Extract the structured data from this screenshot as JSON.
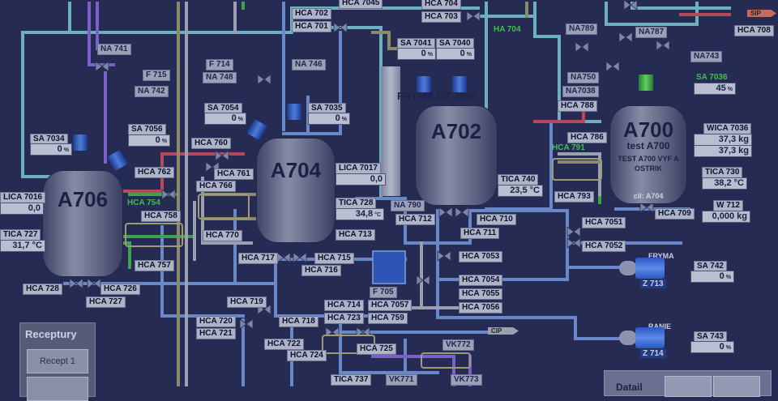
{
  "tanks": {
    "a706": {
      "name": "A706"
    },
    "a704": {
      "name": "A704"
    },
    "a702": {
      "name": "A702"
    },
    "a700": {
      "name": "A700",
      "sub1": "test A700",
      "sub2": "TEST A700 VYF A",
      "sub3": "OSTRIK",
      "cil": "cil: A704"
    }
  },
  "fryma": {
    "title": "FRYMA DT 2000"
  },
  "tags": {
    "hca702": "HCA 702",
    "hca701": "HCA 701",
    "hca7045": "HCA 7045",
    "hca704": "HCA 704",
    "hca703": "HCA 703",
    "hca708": "HCA 708",
    "na741": "NA 741",
    "na742": "NA 742",
    "f715": "F 715",
    "f714": "F 714",
    "na748": "NA 748",
    "na746": "NA 746",
    "sa7041": "SA 7041",
    "sa7040": "SA 7040",
    "ha704": "HA 704",
    "na789": "NA789",
    "na787": "NA787",
    "na743": "NA743",
    "na750": "NA750",
    "na7038": "NA7038",
    "sa7036": "SA 7036",
    "hca788": "HCA 788",
    "sa7054": "SA 7054",
    "sa7035": "SA 7035",
    "sa7034": "SA 7034",
    "sa7056": "SA 7056",
    "hca760": "HCA 760",
    "hca761": "HCA 761",
    "hca762": "HCA 762",
    "hca766": "HCA 766",
    "hca786": "HCA 786",
    "hca791": "HCA 791",
    "hca793": "HCA 793",
    "wica7036": "WICA 7036",
    "lica7016": "LICA 7016",
    "lica7017": "LICA 7017",
    "hca754": "HCA 754",
    "hca758": "HCA 758",
    "tica727": "TICA 727",
    "tica728": "TICA 728",
    "tica740": "TICA 740",
    "tica730": "TICA 730",
    "na790": "NA 790",
    "hca712": "HCA 712",
    "hca710": "HCA 710",
    "hca711": "HCA 711",
    "hca709": "HCA 709",
    "w712": "W 712",
    "hca770": "HCA 770",
    "hca713": "HCA 713",
    "hca7051": "HCA 7051",
    "hca7052": "HCA 7052",
    "hca717": "HCA 717",
    "hca715": "HCA 715",
    "hca716": "HCA 716",
    "hca757": "HCA 757",
    "hca7053": "HCA 7053",
    "hca728": "HCA 728",
    "hca726": "HCA 726",
    "hca727": "HCA 727",
    "f705": "F 705",
    "hca7054": "HCA 7054",
    "hca7055": "HCA 7055",
    "sa742": "SA 742",
    "sa743": "SA 743",
    "hca719": "HCA 719",
    "hca714": "HCA 714",
    "hca7057": "HCA 7057",
    "hca7056": "HCA 7056",
    "hca720": "HCA 720",
    "hca723": "HCA 723",
    "hca759": "HCA 759",
    "hca718": "HCA 718",
    "hca721": "HCA 721",
    "hca722": "HCA 722",
    "hca725": "HCA 725",
    "hca724": "HCA 724",
    "vk772": "VK772",
    "vk771": "VK771",
    "vk773": "VK773",
    "tica737": "TICA 737"
  },
  "values": {
    "sa7041": "0",
    "sa7040": "0",
    "sa7036": "45",
    "sa7054": "0",
    "sa7035": "0",
    "sa7034": "0",
    "sa7056": "0",
    "wica_a": "37,3 kg",
    "wica_b": "37,3 kg",
    "lica7016": "0,0",
    "lica7017": "0,0",
    "tica727": "31,7 °C",
    "tica728": "34,8",
    "tica740": "23,5 °C",
    "tica730": "38,2 °C",
    "w712": "0,000 kg",
    "sa742": "0",
    "sa743": "0"
  },
  "units": {
    "pct": "%",
    "degc": "°C"
  },
  "pumps": {
    "p1": {
      "name": "FRYMA",
      "id": "Z 713"
    },
    "p2": {
      "name": "RANIE",
      "id": "Z 714"
    }
  },
  "flags": {
    "cip": "CIP",
    "sip": "SIP"
  },
  "panel": {
    "title": "Receptury",
    "button1": "Recept 1"
  },
  "bottom_box": {
    "label": "Datail"
  },
  "colors": {
    "background": "#262b54",
    "pipe_blue": "#6a88c8",
    "pipe_cyan": "#6fb0c0",
    "pipe_red": "#b44a5a",
    "pipe_green": "#3fa24f",
    "pipe_gray": "#9aa0b0",
    "pipe_purple": "#7b60c8",
    "pipe_khaki": "#8c8a6a"
  }
}
